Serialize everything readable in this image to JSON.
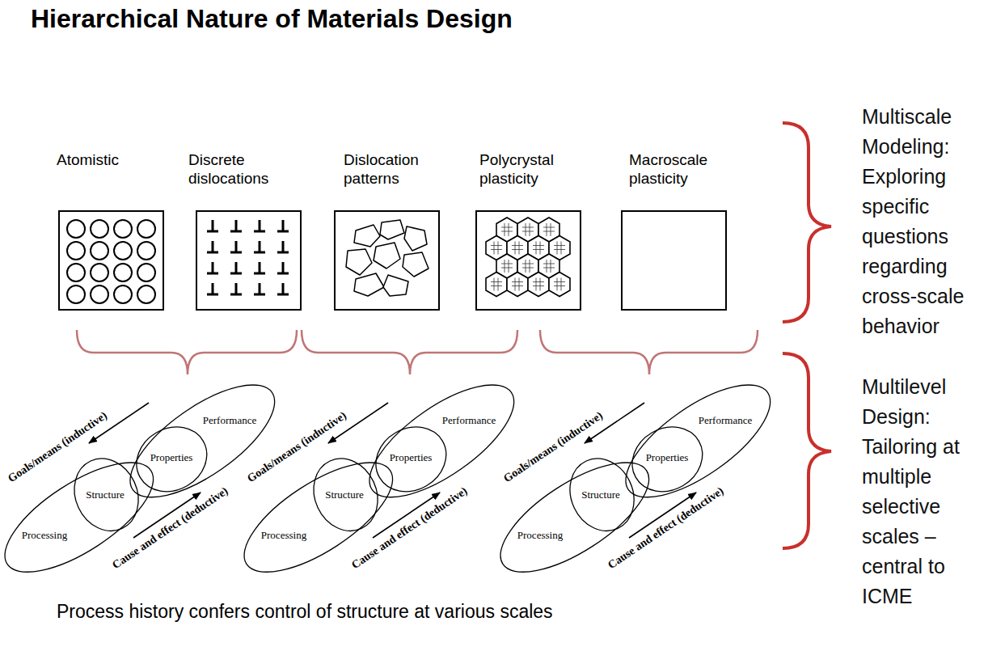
{
  "diagram": {
    "title": "Hierarchical Nature of Materials Design",
    "caption": "Process history confers control of structure at various scales",
    "nodes": [
      {
        "text": [
          "Atomistic"
        ]
      },
      {
        "text": [
          "Discrete dislocations"
        ]
      },
      {
        "text": [
          "Dislocation patterns"
        ]
      },
      {
        "text": [
          "Polycrystal plasticity"
        ]
      },
      {
        "text": [
          "Macroscale plasticity"
        ]
      },
      {
        "text": [
          "Processing"
        ]
      },
      {
        "text": [
          "Structure"
        ]
      },
      {
        "text": [
          "Properties"
        ]
      },
      {
        "text": [
          "Performance"
        ]
      },
      {
        "text": [
          "Processing"
        ]
      },
      {
        "text": [
          "Structure"
        ]
      },
      {
        "text": [
          "Properties"
        ]
      },
      {
        "text": [
          "Performance"
        ]
      },
      {
        "text": [
          "Processing"
        ]
      },
      {
        "text": [
          "Structure"
        ]
      },
      {
        "text": [
          "Properties"
        ]
      },
      {
        "text": [
          "Performance"
        ]
      }
    ],
    "labels": [
      "Goals/means (inductive)",
      "Cause and effect (deductive)",
      "Goals/means (inductive)",
      "Cause and effect (deductive)",
      "Goals/means (inductive)",
      "Cause and effect (deductive)",
      "Multiscale Modeling: Exploring specific questions regarding cross-scale behavior",
      "Multilevel Design: Tailoring at multiple selective scales – central to ICME"
    ]
  }
}
